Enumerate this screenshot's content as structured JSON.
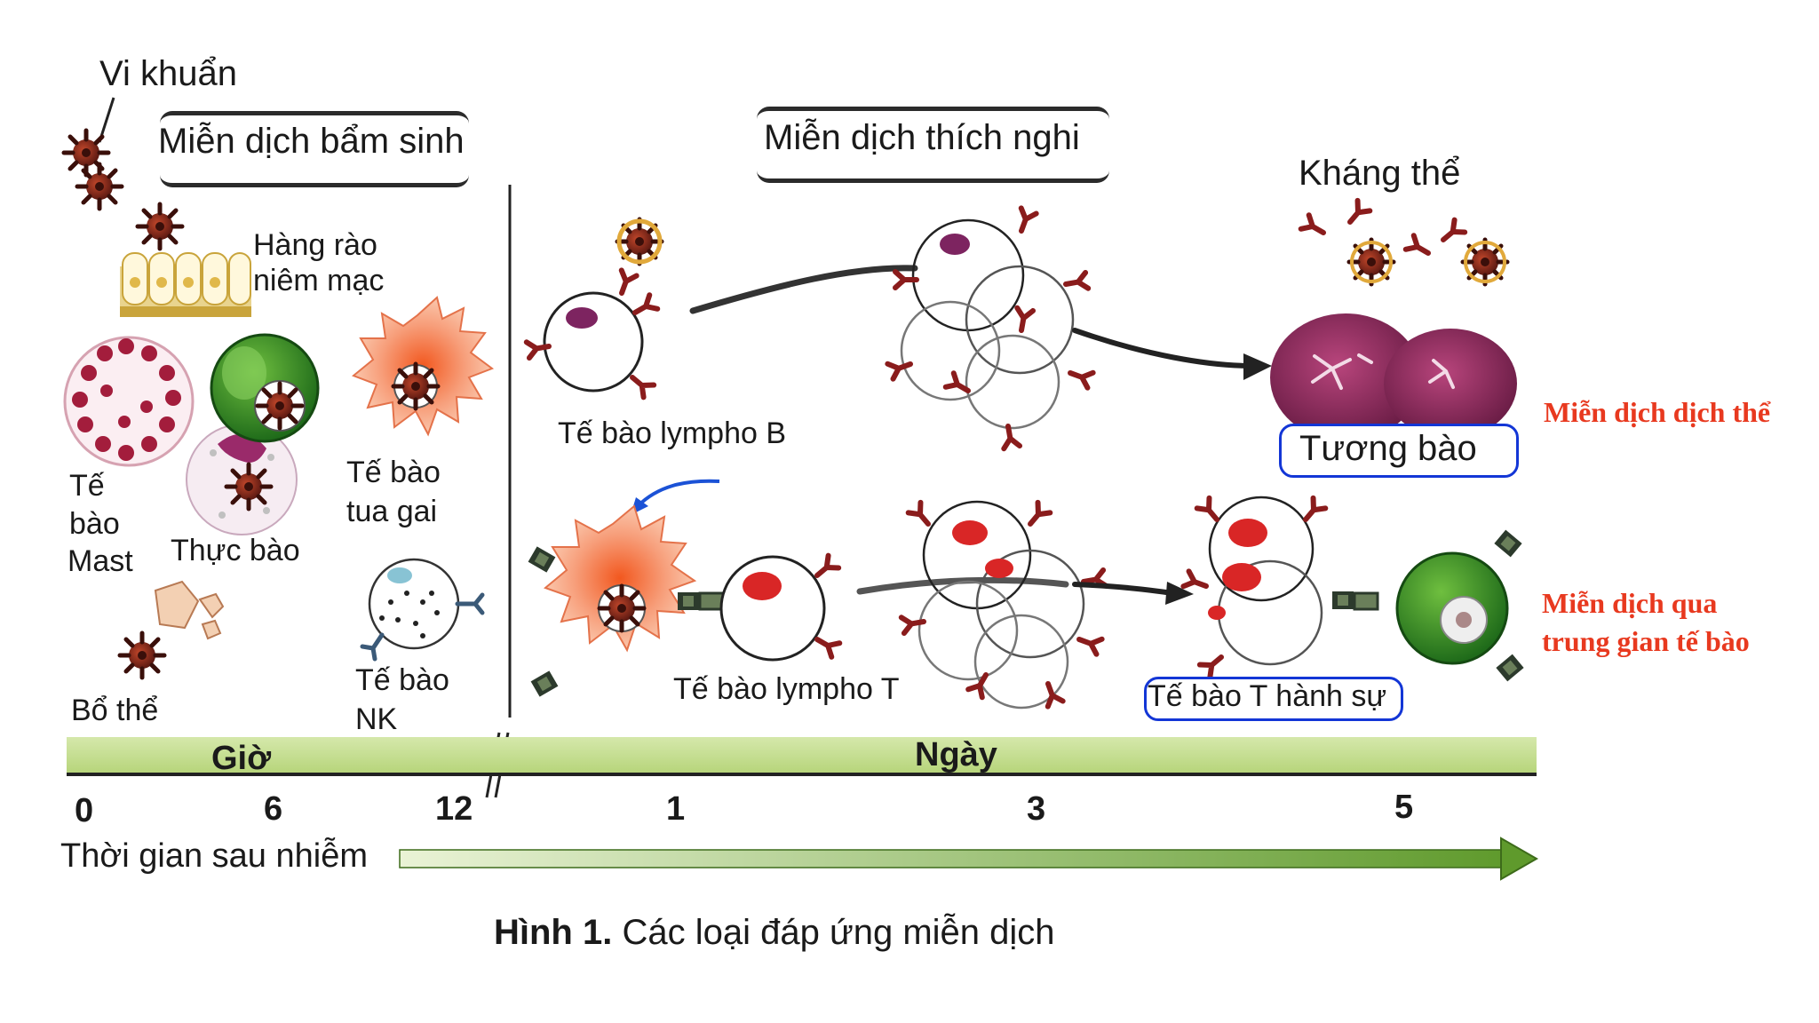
{
  "labels": {
    "bacteria": "Vi khuẩn",
    "innate": "Miễn dịch bẩm sinh",
    "adaptive": "Miễn dịch thích nghi",
    "antibody": "Kháng thể",
    "mucosal_line1": "Hàng rào",
    "mucosal_line2": "niêm mạc",
    "mast_line1": "Tế",
    "mast_line2": "bào",
    "mast_line3": "Mast",
    "phagocyte": "Thực bào",
    "dendritic_line1": "Tế bào",
    "dendritic_line2": "tua gai",
    "complement": "Bổ thể",
    "nk_line1": "Tế bào",
    "nk_line2": "NK",
    "b_cell": "Tế bào lympho B",
    "t_cell": "Tế bào lympho T",
    "plasma_cell": "Tương bào",
    "effector_t": "Tế bào T hành sự",
    "humoral": "Miễn dịch dịch thể",
    "cell_mediated_line1": "Miễn dịch qua",
    "cell_mediated_line2": "trung gian tế bào"
  },
  "timeline": {
    "hours_label": "Giờ",
    "days_label": "Ngày",
    "ticks": [
      "0",
      "6",
      "12",
      "1",
      "3",
      "5"
    ],
    "axis_label": "Thời gian sau nhiễm"
  },
  "caption": {
    "prefix": "Hình 1.",
    "text": "Các loại đáp ứng miễn dịch"
  },
  "colors": {
    "annotation_red": "#e8391f",
    "highlight_box": "#1336d6",
    "timeline_green": "#b7d57b"
  }
}
